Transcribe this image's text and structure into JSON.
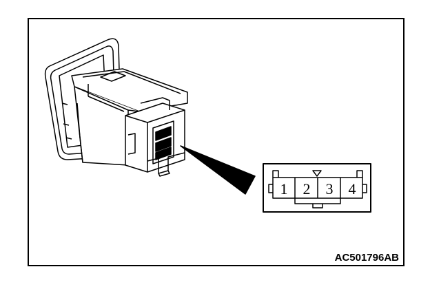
{
  "figure": {
    "code": "AC501796AB"
  },
  "connector": {
    "pins": [
      "1",
      "2",
      "3",
      "4"
    ]
  },
  "colors": {
    "line": "#000000",
    "background": "#ffffff"
  }
}
